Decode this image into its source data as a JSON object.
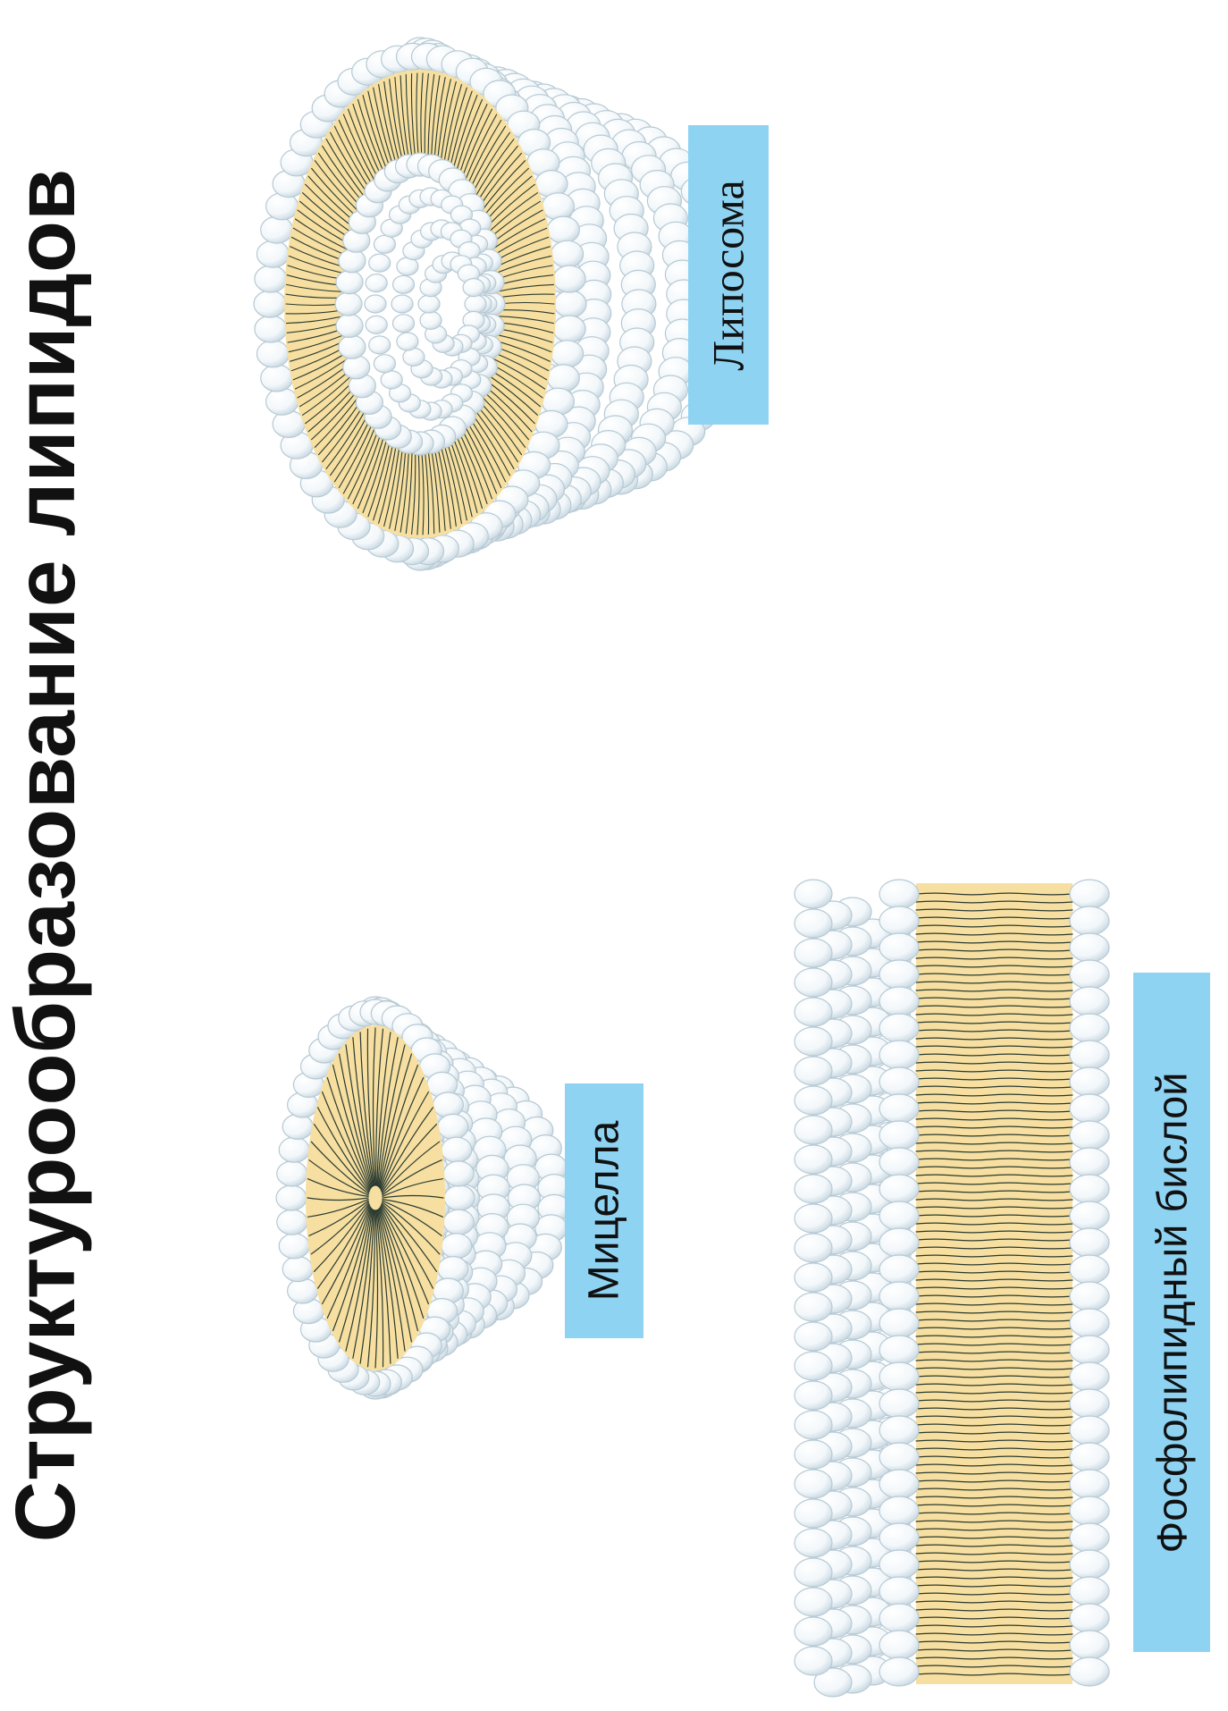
{
  "title": "Структурообразование липидов",
  "labels": {
    "liposome": "Липосома",
    "micelle": "Мицелла",
    "bilayer": "Фосфолипидный бислой"
  },
  "colors": {
    "label_bg": "#8fd3f3",
    "lipid_tail_core": "#f6dfa0",
    "tail_line": "#2a3a30",
    "head_fill": "#ffffff",
    "head_stroke": "#b7c9d3"
  }
}
